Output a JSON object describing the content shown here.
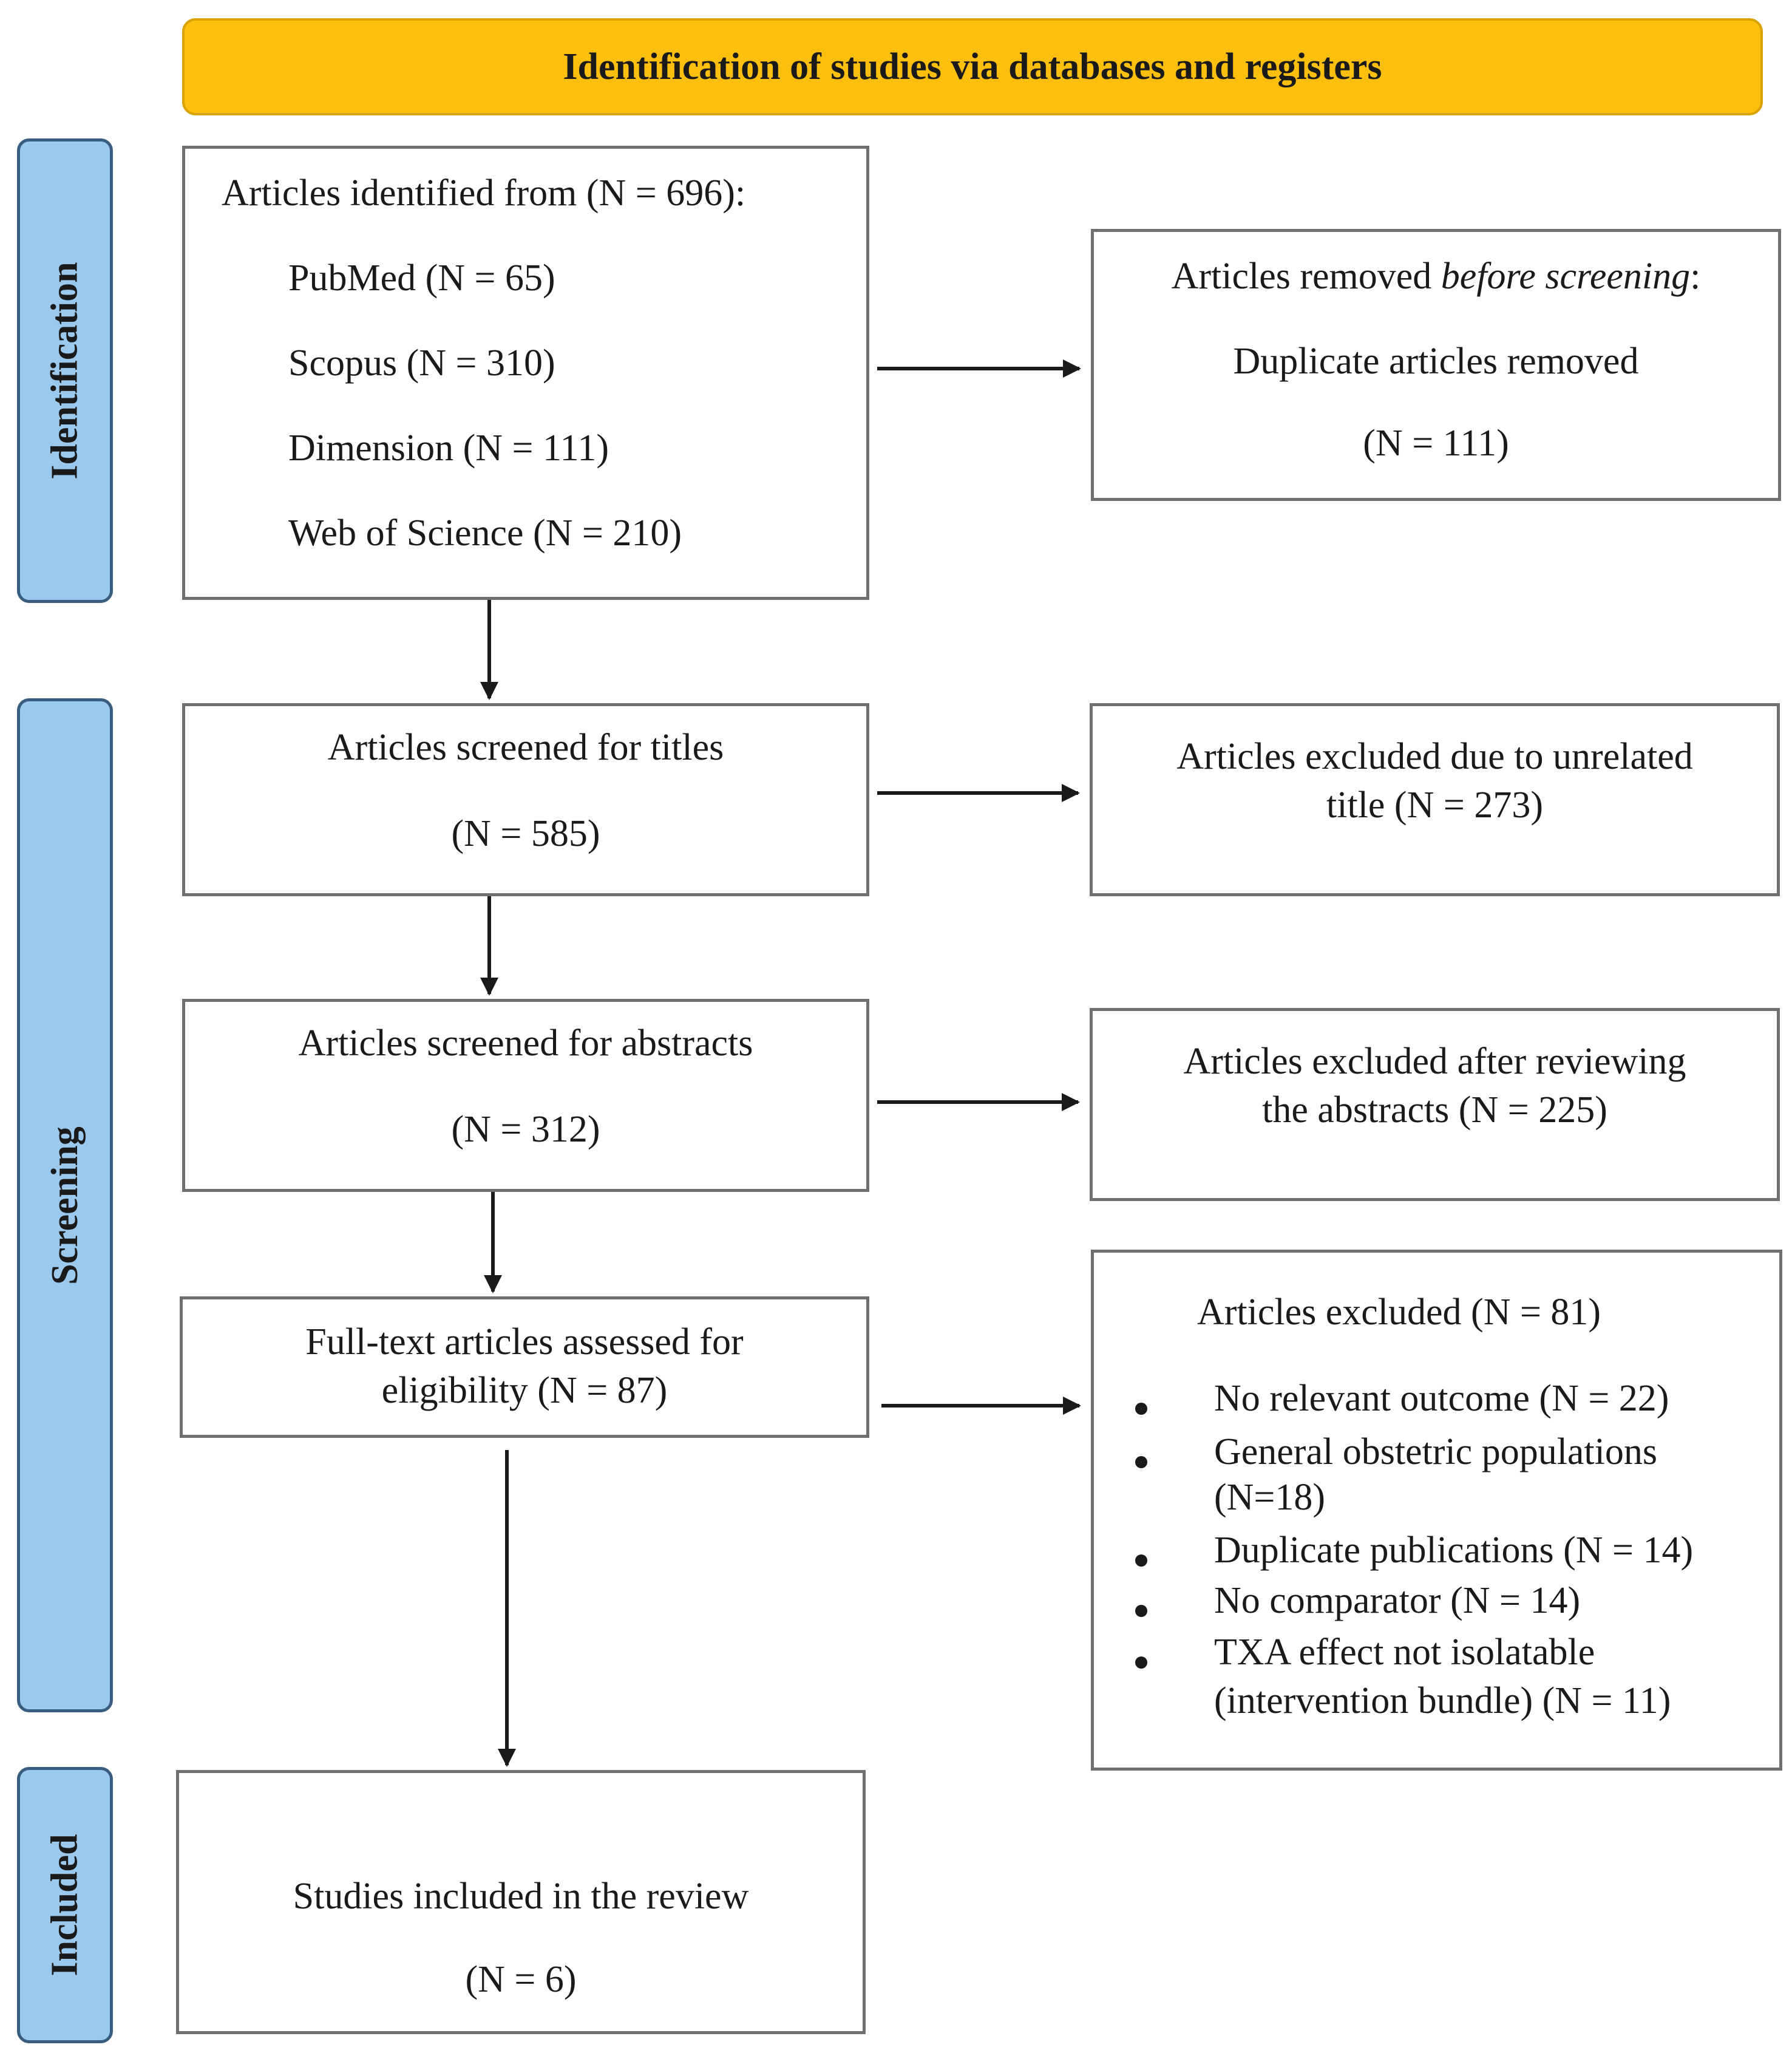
{
  "header": {
    "title": "Identification of studies via databases and registers"
  },
  "stages": {
    "identification": "Identification",
    "screening": "Screening",
    "included": "Included"
  },
  "identified": {
    "heading": "Articles identified from (N = 696):",
    "sources": [
      "PubMed (N = 65)",
      "Scopus (N = 310)",
      "Dimension (N = 111)",
      "Web of Science (N = 210)"
    ]
  },
  "removed": {
    "heading_pre": "Articles removed ",
    "heading_em": "before screening",
    "heading_post": ":",
    "line": "Duplicate articles removed",
    "count": "(N = 111)"
  },
  "titles_screened": {
    "label": "Articles screened for titles",
    "count": "(N = 585)"
  },
  "titles_excluded": {
    "line1": "Articles excluded due to unrelated",
    "line2": "title (N = 273)"
  },
  "abstracts_screened": {
    "label": "Articles screened for abstracts",
    "count": "(N = 312)"
  },
  "abstracts_excluded": {
    "line1": "Articles excluded after reviewing",
    "line2": "the abstracts (N = 225)"
  },
  "fulltext": {
    "line1": "Full-text articles assessed for",
    "line2": "eligibility (N = 87)"
  },
  "fulltext_excluded": {
    "heading": "Articles excluded (N = 81)",
    "reasons": [
      "No relevant outcome (N = 22)",
      "General obstetric populations",
      "(N=18)",
      "Duplicate publications (N = 14)",
      "No comparator (N = 14)",
      "TXA effect not isolatable",
      "(intervention bundle) (N = 11)"
    ]
  },
  "included": {
    "label": "Studies included in the review",
    "count": "(N = 6)"
  }
}
